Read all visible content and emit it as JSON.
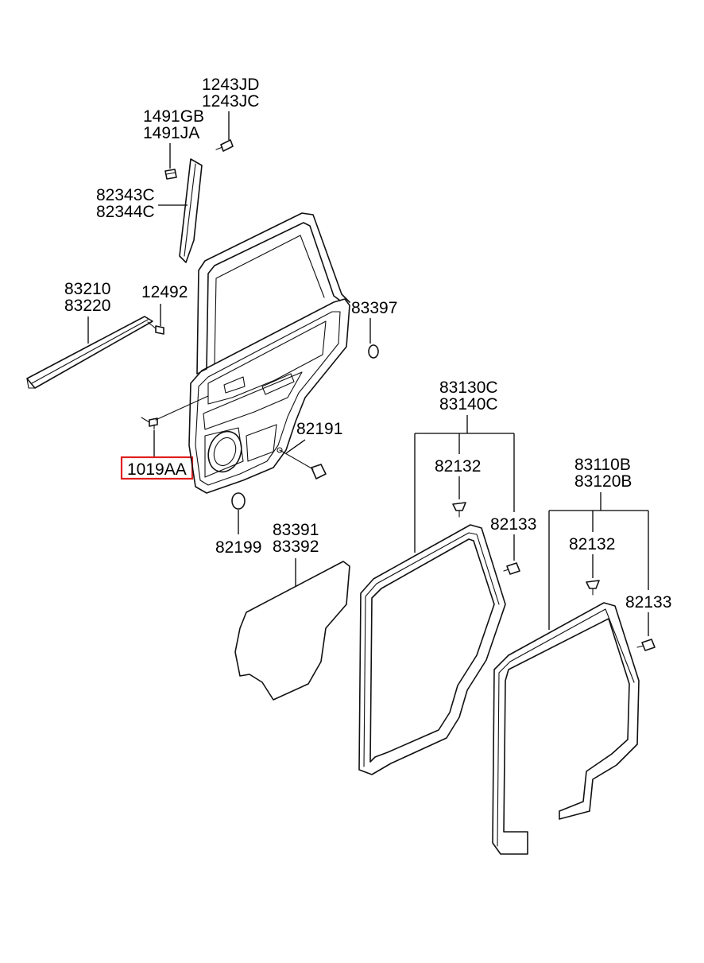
{
  "labels": {
    "p1243jd": "1243JD",
    "p1243jc": "1243JC",
    "p1491gb": "1491GB",
    "p1491ja": "1491JA",
    "p82343c": "82343C",
    "p82344c": "82344C",
    "p83210": "83210",
    "p83220": "83220",
    "p12492": "12492",
    "p83397": "83397",
    "p1019aa": "1019AA",
    "p82191": "82191",
    "p82199": "82199",
    "p83391": "83391",
    "p83392": "83392",
    "p83130c": "83130C",
    "p83140c": "83140C",
    "p82132a": "82132",
    "p82133a": "82133",
    "p83110b": "83110B",
    "p83120b": "83120B",
    "p82132b": "82132",
    "p82133b": "82133"
  },
  "highlight": {
    "part": "1019AA",
    "color": "#e02020"
  }
}
